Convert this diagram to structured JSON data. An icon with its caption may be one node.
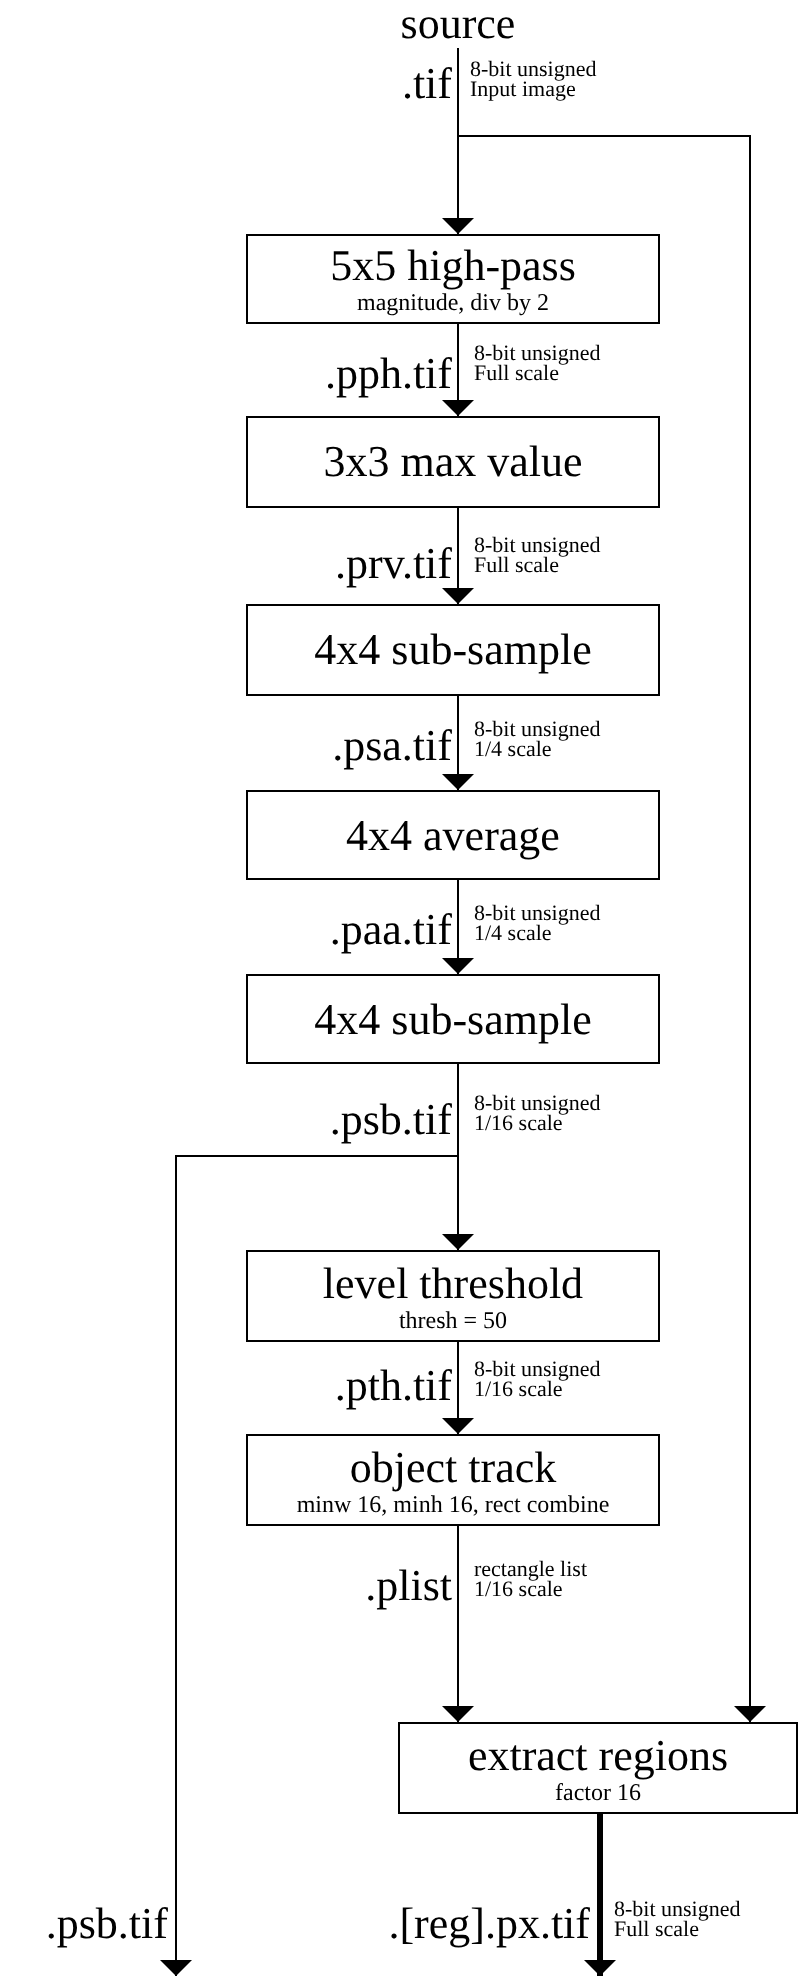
{
  "diagram": {
    "nodes": [
      {
        "text": [
          "source"
        ]
      },
      {
        "text": [
          "5x5 high-pass",
          "magnitude, div by 2"
        ]
      },
      {
        "text": [
          "3x3 max value"
        ]
      },
      {
        "text": [
          "4x4 sub-sample"
        ]
      },
      {
        "text": [
          "4x4 average"
        ]
      },
      {
        "text": [
          "4x4 sub-sample"
        ]
      },
      {
        "text": [
          "level threshold",
          "thresh = 50"
        ]
      },
      {
        "text": [
          "object track",
          "minw 16, minh 16, rect combine"
        ]
      },
      {
        "text": [
          "extract regions",
          "factor 16"
        ]
      }
    ],
    "edges": [
      {
        "from": 0,
        "to": 1,
        "arrow": "to",
        "label": ".tif"
      },
      {
        "from": 0,
        "to": 8,
        "arrow": "to"
      },
      {
        "from": 1,
        "to": 2,
        "arrow": "to",
        "label": ".pph.tif"
      },
      {
        "from": 2,
        "to": 3,
        "arrow": "to",
        "label": ".prv.tif"
      },
      {
        "from": 3,
        "to": 4,
        "arrow": "to",
        "label": ".psa.tif"
      },
      {
        "from": 4,
        "to": 5,
        "arrow": "to",
        "label": ".paa.tif"
      },
      {
        "from": 5,
        "to": 6,
        "arrow": "to",
        "label": ".psb.tif"
      },
      {
        "from": 5,
        "to": null,
        "arrow": "to",
        "label": ".psb.tif"
      },
      {
        "from": 6,
        "to": 7,
        "arrow": "to",
        "label": ".pth.tif"
      },
      {
        "from": 7,
        "to": 8,
        "arrow": "to",
        "label": ".plist"
      },
      {
        "from": 8,
        "to": null,
        "arrow": "to",
        "label": ".[reg].px.tif",
        "style": "thick"
      }
    ],
    "labels": [
      "8-bit unsigned Input image",
      "8-bit unsigned Full scale",
      "8-bit unsigned Full scale",
      "8-bit unsigned 1/4 scale",
      "8-bit unsigned 1/4 scale",
      "8-bit unsigned 1/16 scale",
      "8-bit unsigned 1/16 scale",
      "rectangle list 1/16 scale",
      "8-bit unsigned Full scale"
    ]
  }
}
